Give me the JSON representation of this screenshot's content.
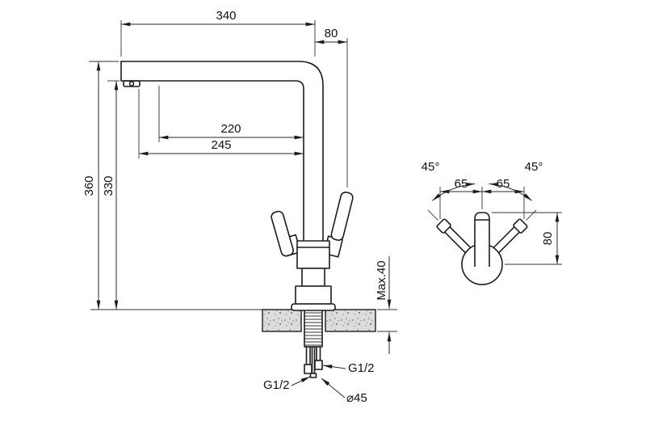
{
  "drawing": {
    "style": {
      "ink": "#1c1c1c",
      "counter_fill": "#dcdcdc"
    },
    "front_view": {
      "dim_340": "340",
      "dim_80": "80",
      "dim_220": "220",
      "dim_245": "245",
      "dim_360": "360",
      "dim_330": "330",
      "dim_max40": "Max.40",
      "thread_right": "G1/2",
      "thread_left": "G1/2",
      "dia_45": "⌀45"
    },
    "top_view": {
      "angle_left": "45°",
      "angle_right": "45°",
      "dim_65_left": "65",
      "dim_65_right": "65",
      "dim_80": "80"
    }
  }
}
